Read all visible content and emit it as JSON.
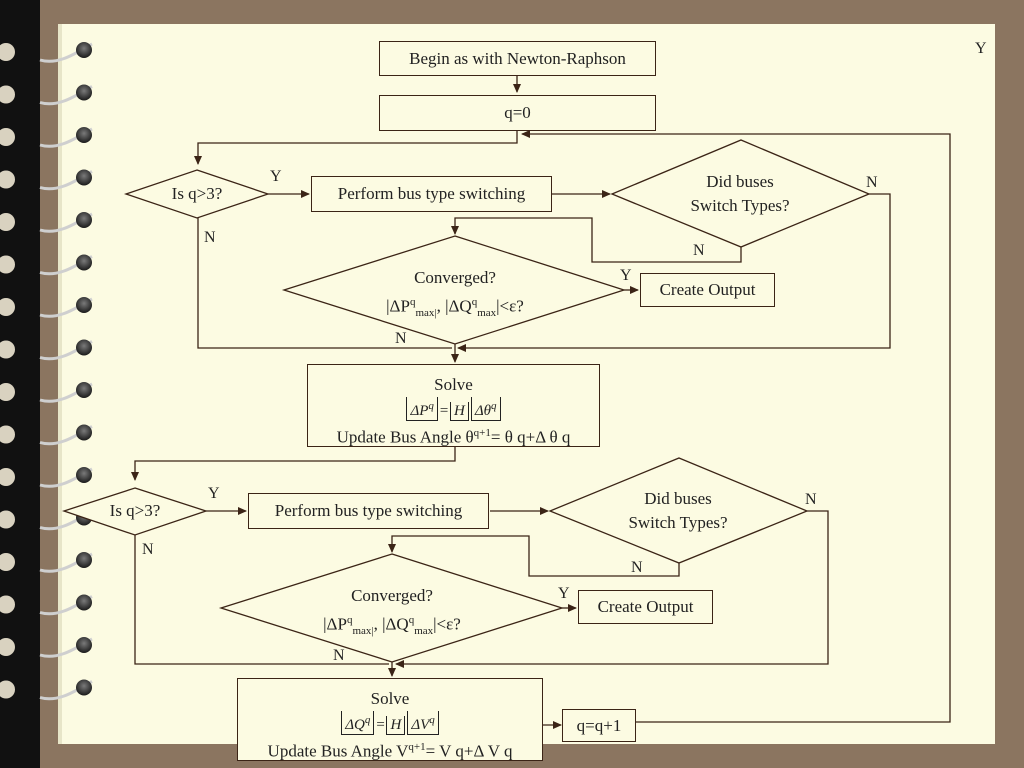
{
  "flow": {
    "begin": "Begin as with Newton-Raphson",
    "init": "q=0",
    "increment": "q=q+1",
    "corner_y": "Y"
  },
  "stage1": {
    "decision": "Is q>3?",
    "switch_box": "Perform bus type switching",
    "did_switch_1": "Did buses",
    "did_switch_2": "Switch Types?",
    "converged_1": "Converged?",
    "create_output": "Create Output",
    "solve_title": "Solve",
    "solve_eq_left": "ΔP",
    "solve_eq_mid": "H",
    "solve_eq_right": "Δθ",
    "update": "Update Bus Angle θ",
    "update_sup": "q+1",
    "update_tail": "= θ q+Δ θ q",
    "y1": "Y",
    "n1": "N",
    "y2": "Y",
    "n2": "N",
    "n3": "N",
    "n4": "N"
  },
  "stage2": {
    "decision": "Is q>3?",
    "switch_box": "Perform bus type switching",
    "did_switch_1": "Did buses",
    "did_switch_2": "Switch Types?",
    "converged_1": "Converged?",
    "create_output": "Create Output",
    "solve_title": "Solve",
    "solve_eq_left": "ΔQ",
    "solve_eq_mid": "H",
    "solve_eq_right": "ΔV",
    "update": "Update Bus Angle V",
    "update_sup": "q+1",
    "update_tail": "= V q+Δ V q",
    "y1": "Y",
    "n1": "N",
    "y2": "Y",
    "n2": "N",
    "n3": "N",
    "n4": "N"
  },
  "criterion": {
    "dp": "|ΔP",
    "dp_sup": "q",
    "dp_sub": "max|",
    "sep": ", |ΔQ",
    "dq_sup": "q",
    "dq_sub": "max",
    "tail": "|<ε?"
  }
}
